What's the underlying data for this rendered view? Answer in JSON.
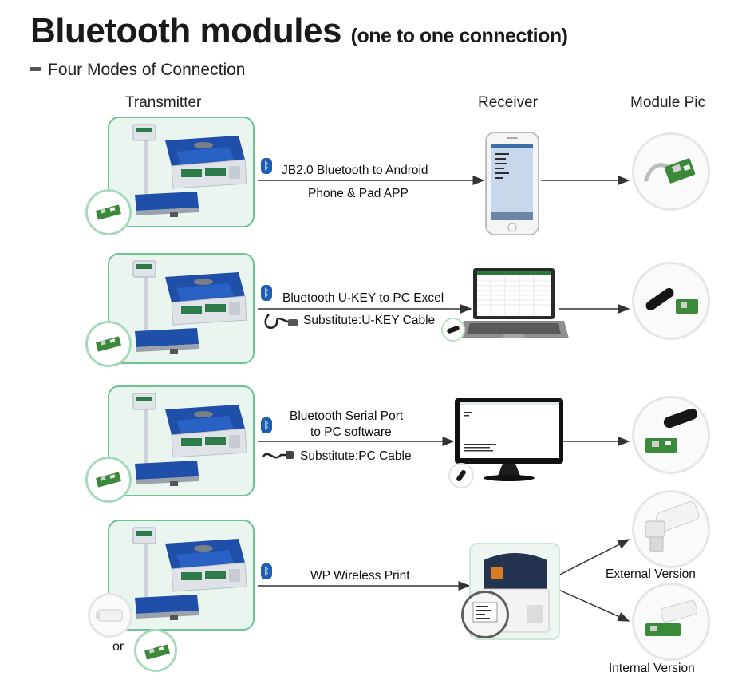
{
  "title": "Bluetooth modules",
  "title_suffix": "(one to one connection)",
  "subtitle": "Four Modes of Connection",
  "columns": {
    "transmitter": "Transmitter",
    "receiver": "Receiver",
    "module_pic": "Module Pic"
  },
  "rows": [
    {
      "line1": "JB2.0 Bluetooth to Android",
      "line2": "Phone & Pad APP",
      "receiver_icon": "smartphone-icon",
      "module_icon": "bluetooth-board-with-cable-icon"
    },
    {
      "line1": "Bluetooth U-KEY to PC Excel",
      "line2": "Substitute:U-KEY Cable",
      "receiver_icon": "laptop-icon",
      "module_icon": "usb-dongle-icon"
    },
    {
      "line1": "Bluetooth Serial Port",
      "line1b": "to PC software",
      "line2": "Substitute:PC Cable",
      "receiver_icon": "monitor-icon",
      "module_icon": "usb-dongle-icon"
    },
    {
      "line1": "WP Wireless Print",
      "receiver_icon": "printer-icon",
      "or_label": "or",
      "external": "External Version",
      "internal": "Internal Version"
    }
  ],
  "colors": {
    "panel_border": "#6dc394",
    "panel_bg": "#e9f5ee",
    "scale_blue": "#1f4fa8",
    "bluetooth": "#1b5fb5"
  }
}
